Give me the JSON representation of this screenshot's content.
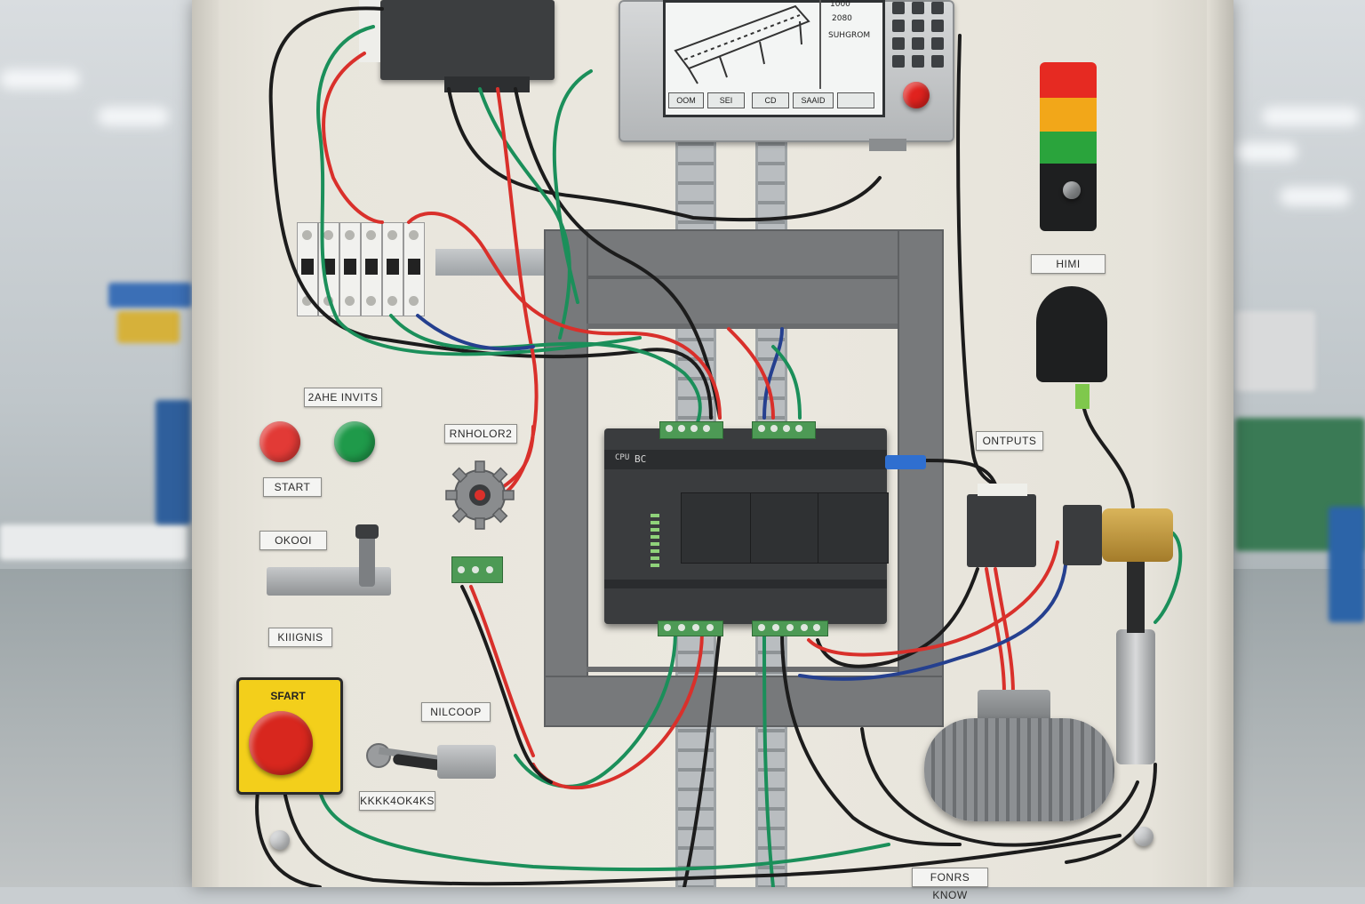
{
  "hmi": {
    "screen_readout": [
      "1000",
      "2080",
      "SUHGROM"
    ],
    "tabs": [
      "OOM",
      "SEI",
      "CD",
      "SAAID",
      ""
    ]
  },
  "labels": {
    "inputs_header": "2AHE INVITS",
    "start_label": "START",
    "proximity_label": "RNHOLOR2",
    "switch_label": "OKOOI",
    "keys_label": "KIIIGNIS",
    "estop_text": "SFART",
    "limit_label": "NILCOOP",
    "estop_label": "KKKK4OK4KS",
    "outputs_label": "ONTPUTS",
    "beacon_label": "HIMI",
    "power_label": "FONRS KNOW"
  },
  "plc": {
    "brand": "BC",
    "model": "CPU"
  },
  "colors": {
    "start_red": "#e23a36",
    "start_green": "#1f9a4a",
    "stack_red": "#e62a22",
    "stack_amber": "#f2a719",
    "stack_green": "#2aa43c",
    "estop_yellow": "#f3cf1b",
    "wire_red": "#d9302b",
    "wire_green": "#1b8f5a",
    "wire_black": "#1c1c1c",
    "wire_blue": "#25408f"
  },
  "icons": [
    "gear-icon",
    "emergency-stop-icon",
    "signal-tower-icon",
    "buzzer-icon",
    "motor-icon",
    "valve-icon"
  ]
}
